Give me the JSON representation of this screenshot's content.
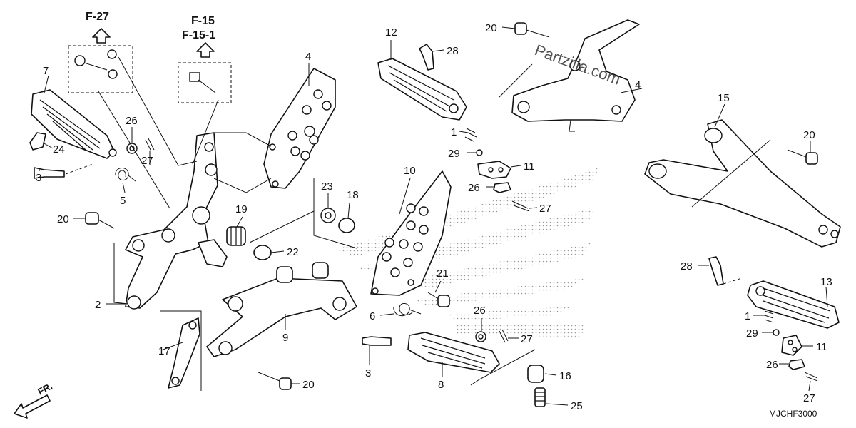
{
  "references": {
    "f27": "F-27",
    "f15": "F-15",
    "f15_1": "F-15-1"
  },
  "callouts": {
    "c1a": "1",
    "c1b": "1",
    "c2": "2",
    "c3a": "3",
    "c3b": "3",
    "c4a": "4",
    "c4b": "4",
    "c5": "5",
    "c6": "6",
    "c7": "7",
    "c8": "8",
    "c9": "9",
    "c10": "10",
    "c11a": "11",
    "c11b": "11",
    "c12": "12",
    "c13": "13",
    "c15": "15",
    "c16": "16",
    "c17": "17",
    "c18": "18",
    "c19": "19",
    "c20a": "20",
    "c20b": "20",
    "c20c": "20",
    "c20d": "20",
    "c21": "21",
    "c22": "22",
    "c23": "23",
    "c24": "24",
    "c25": "25",
    "c26a": "26",
    "c26b": "26",
    "c26c": "26",
    "c26d": "26",
    "c27a": "27",
    "c27b": "27",
    "c27c": "27",
    "c27d": "27",
    "c28a": "28",
    "c28b": "28",
    "c29a": "29",
    "c29b": "29"
  },
  "direction_label": "FR.",
  "diagram_code": "MJCHF3000",
  "watermark": "Partzilla.com",
  "colors": {
    "ink": "#111111",
    "stipple": "#9a9a9a",
    "background": "#ffffff"
  }
}
